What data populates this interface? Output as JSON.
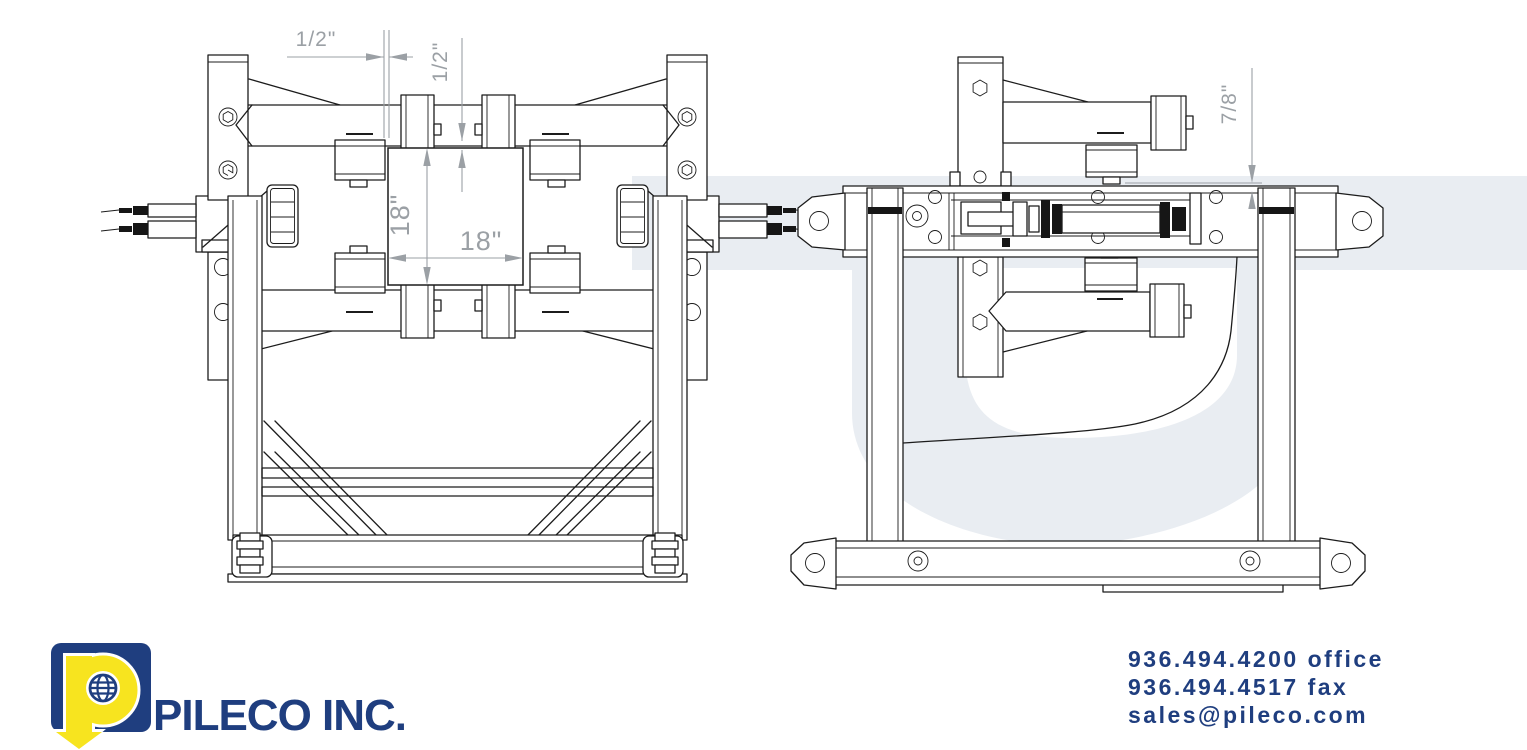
{
  "page": {
    "background": "#ffffff",
    "kind": "technical drawing sheet"
  },
  "drawing": {
    "front_view": {
      "label": "front-view",
      "dimensions": {
        "roller_gap_horizontal": "1/2\"",
        "roller_gap_vertical": "1/2\"",
        "pile_pocket_height": "18\"",
        "pile_pocket_width": "18\""
      }
    },
    "side_view": {
      "label": "side-view",
      "dimensions": {
        "roller_gap": "7/8\""
      }
    }
  },
  "branding": {
    "company": "PILECO INC.",
    "logo_icon": "globe-icon",
    "colors": {
      "navy": "#1f3e7f",
      "yellow": "#f7e41f"
    }
  },
  "contact": {
    "office": "936.494.4200 office",
    "fax": "936.494.4517 fax",
    "email": "sales@pileco.com"
  },
  "style": {
    "line_color": "#1c1c1c",
    "dimension_color": "#9ba0a5",
    "watermark_color": "#e9edf2"
  }
}
